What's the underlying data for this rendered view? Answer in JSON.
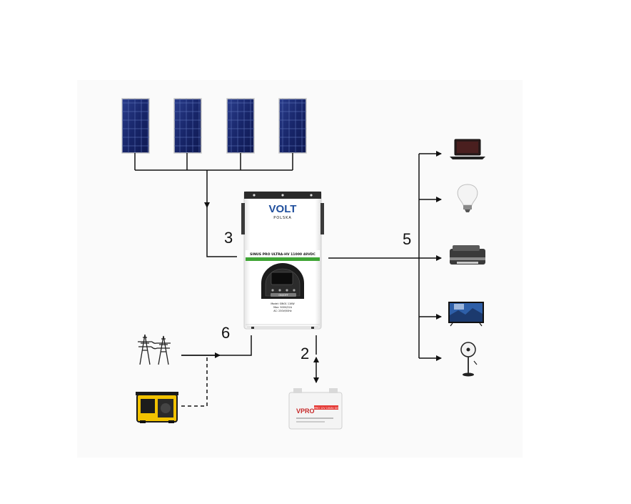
{
  "labels": {
    "pv_input": "3",
    "battery": "2",
    "loads": "5",
    "grid": "6"
  },
  "inverter": {
    "brand_top": "VOLT",
    "brand_bottom": "POLSKA",
    "model": "SINUS PRO ULTRA-HV 11000 48VDC",
    "mode_button": "ON/OFF",
    "spec_line_1": "Model: SIN01 11KW",
    "spec_line_2": "Max: 500V/22A",
    "spec_line_3": "AC: 230V/50Hz"
  },
  "battery": {
    "brand": "VPRO",
    "spec": "VPRO 12V 100Ah GEL"
  },
  "icons": {
    "solar_panels": [
      "solar-panel-icon",
      "solar-panel-icon",
      "solar-panel-icon",
      "solar-panel-icon"
    ],
    "loads": [
      "laptop-icon",
      "light-bulb-icon",
      "printer-icon",
      "tv-icon",
      "fan-icon"
    ],
    "sources": [
      "power-tower-icon",
      "generator-icon"
    ]
  },
  "colors": {
    "accent_green": "#3fa535",
    "panel_blue": "#1a2a6a",
    "generator_yellow": "#f2c200",
    "line": "#111111"
  }
}
